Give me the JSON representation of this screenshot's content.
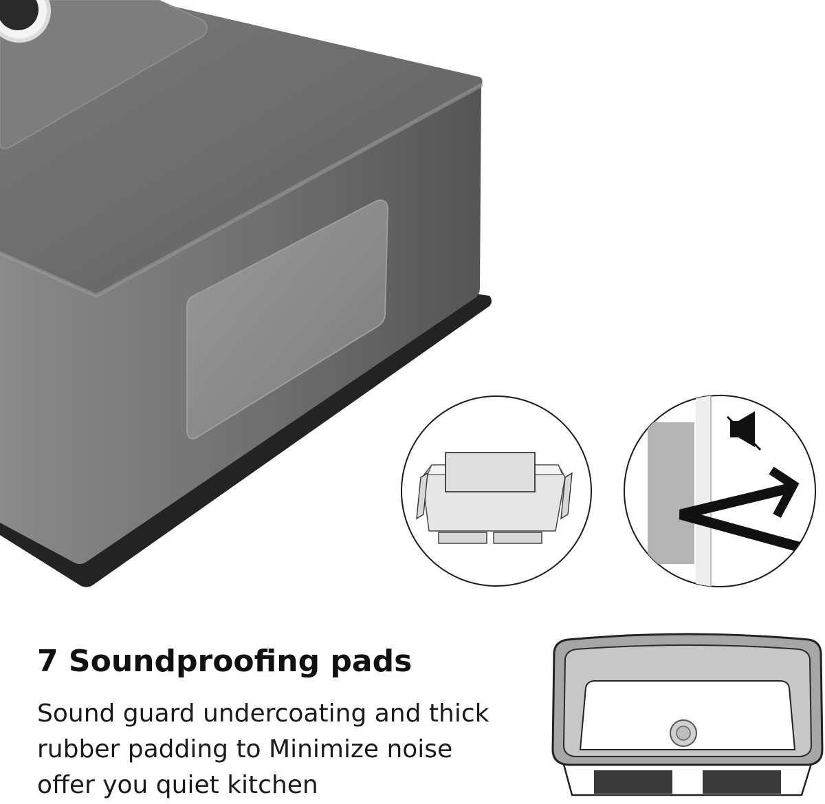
{
  "headline": "7 Soundproofing pads",
  "description_lines": [
    "Sound guard undercoating and thick",
    "rubber padding to Minimize noise",
    "offer you quiet kitchen"
  ],
  "icons": {
    "pad_layout": "soundproofing-pads-layout-icon",
    "mute": "mute-speaker-icon",
    "sound_reflection": "sound-reflection-arrow-icon",
    "sink_top_view": "sink-top-view-icon"
  },
  "colors": {
    "sink_body": "#6f6f6f",
    "sink_flange": "#232323",
    "pad_gray": "#8d8d8d",
    "text": "#111111"
  }
}
